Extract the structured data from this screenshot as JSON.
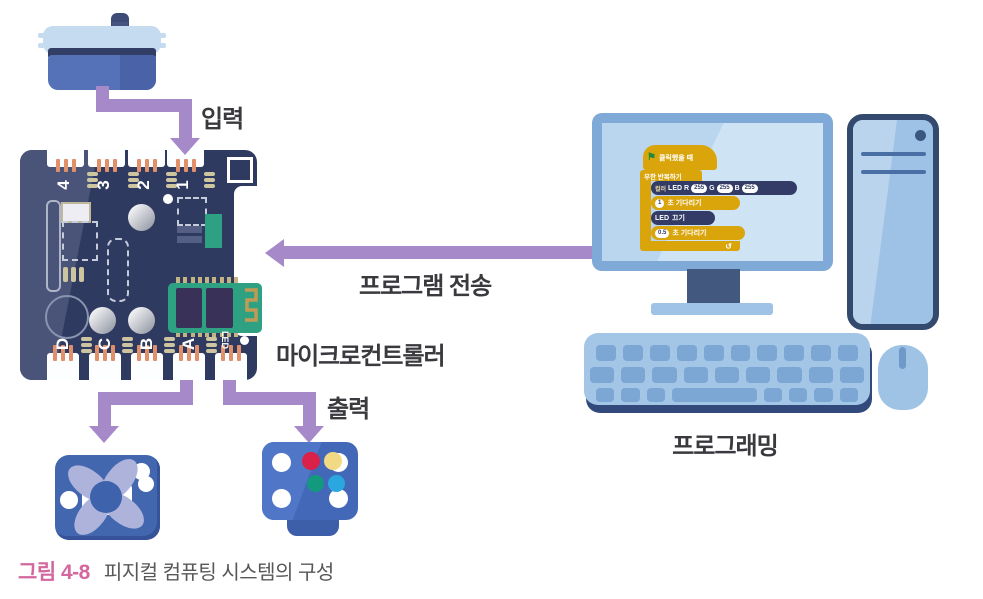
{
  "labels": {
    "input": "입력",
    "transfer": "프로그램 전송",
    "microcontroller": "마이크로컨트롤러",
    "output": "출력",
    "programming": "프로그래밍"
  },
  "caption": {
    "tag": "그림 4-8",
    "text": "피지컬 컴퓨팅 시스템의 구성"
  },
  "board": {
    "top_ports": [
      "4",
      "3",
      "2",
      "1"
    ],
    "bottom_ports": [
      "D",
      "C",
      "B",
      "A"
    ],
    "led_port": "LED"
  },
  "code_blocks": {
    "hat": "클릭했을 때",
    "flag_icon": "⚑",
    "forever": "무한 반복하기",
    "color_led": {
      "prefix": "컬러",
      "name": "LED",
      "r_label": "R",
      "r": "255",
      "g_label": "G",
      "g": "255",
      "b_label": "B",
      "b": "255"
    },
    "wait1": {
      "value": "1",
      "text": "초 기다리기"
    },
    "led_off": {
      "name": "LED",
      "text": "끄기"
    },
    "wait2": {
      "value": "0.5",
      "text": "초 기다리기"
    },
    "loop_icon": "↺"
  },
  "colors": {
    "arrow_purple": "#A689C9",
    "board_navy": "#2F3A60",
    "module_green": "#2EA183",
    "pin_orange": "#E2906A",
    "block_gold": "#D9A50B",
    "block_navy": "#333C66",
    "caption_pink": "#D4679E",
    "led_red": "#D92149",
    "led_yellow": "#F2DA85",
    "led_teal": "#13997E",
    "led_blue": "#2AA7DF",
    "computer_blue": "#9DC2E5"
  }
}
